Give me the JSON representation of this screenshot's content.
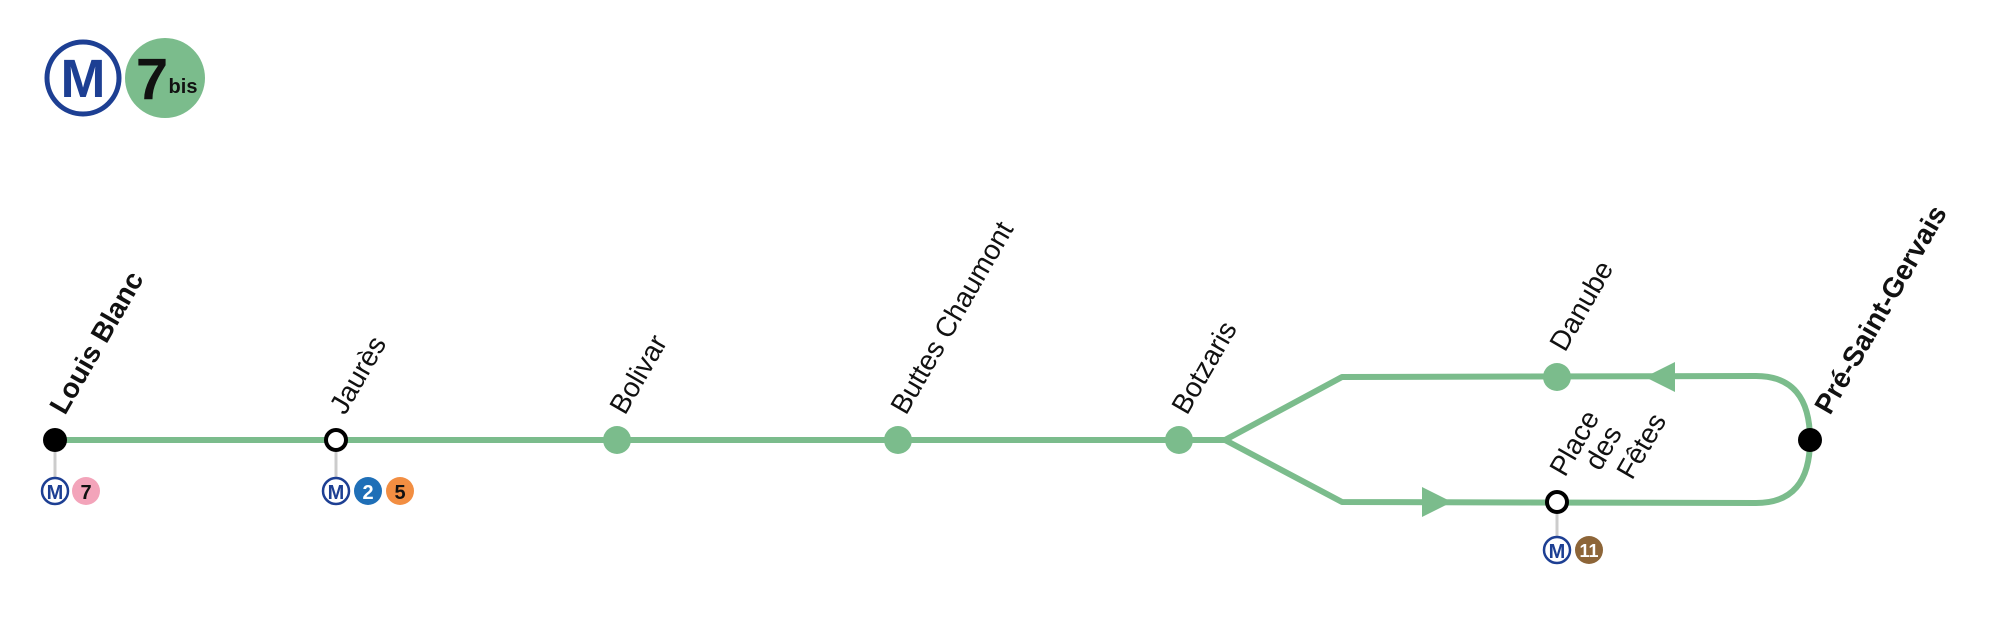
{
  "header": {
    "metro_symbol": "M",
    "line_number": "7",
    "line_suffix": "bis",
    "line_color": "#7bbc8c",
    "metro_blue": "#1d3f93"
  },
  "stations": {
    "louis_blanc": {
      "name": "Louis Blanc",
      "terminus": true
    },
    "jaures": {
      "name": "Jaurès",
      "terminus": false
    },
    "bolivar": {
      "name": "Bolivar",
      "terminus": false
    },
    "buttes_chaumont": {
      "name": "Buttes Chaumont",
      "terminus": false
    },
    "botzaris": {
      "name": "Botzaris",
      "terminus": false
    },
    "danube": {
      "name": "Danube",
      "terminus": false
    },
    "place_des_fetes": {
      "name_lines": [
        "Place",
        "des",
        "Fêtes"
      ],
      "terminus": false
    },
    "pre_saint_gervais": {
      "name": "Pré-Saint-Gervais",
      "terminus": true
    }
  },
  "correspondences": {
    "louis_blanc": [
      {
        "symbol": "M"
      },
      {
        "line": "7",
        "color": "#f3a4ba",
        "text_color": "#111111"
      }
    ],
    "jaures": [
      {
        "symbol": "M"
      },
      {
        "line": "2",
        "color": "#1f6fb7",
        "text_color": "#ffffff"
      },
      {
        "line": "5",
        "color": "#f28e42",
        "text_color": "#111111"
      }
    ],
    "place_des_fetes": [
      {
        "symbol": "M"
      },
      {
        "line": "11",
        "color": "#8d6538",
        "text_color": "#ffffff"
      }
    ]
  }
}
